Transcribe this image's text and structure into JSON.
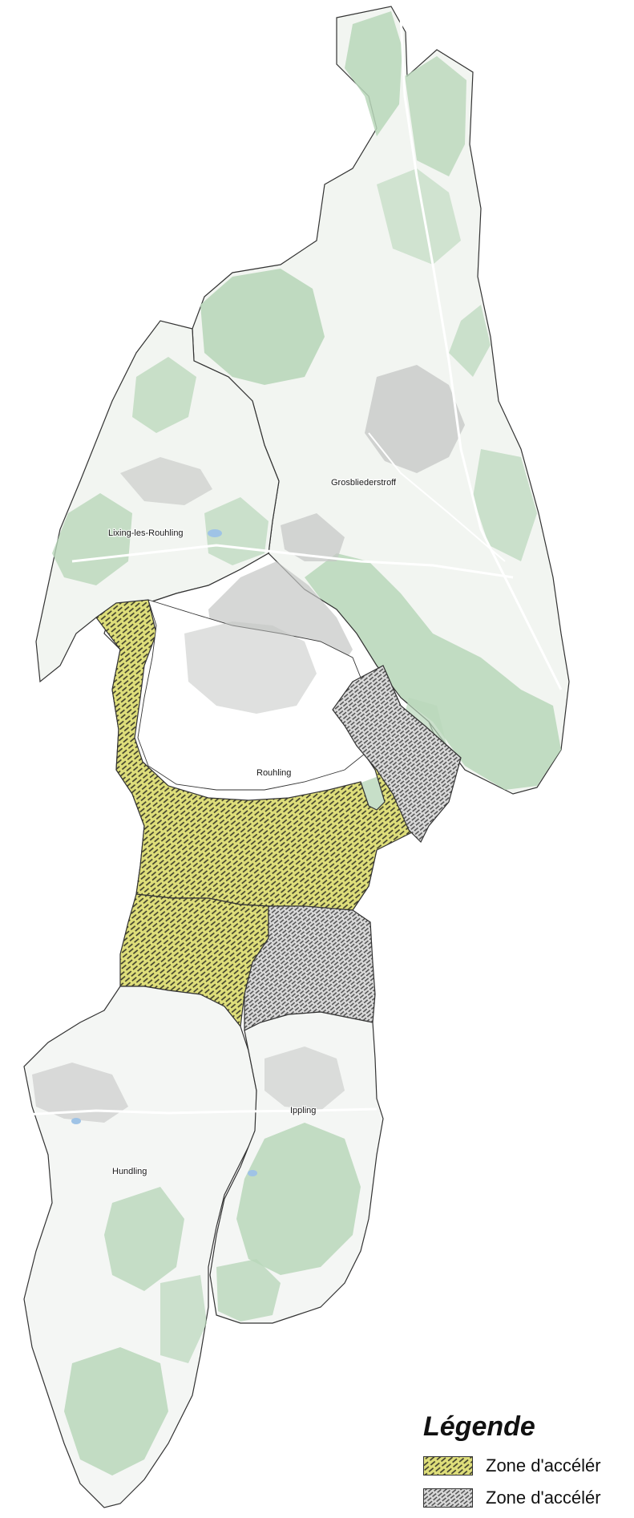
{
  "places": [
    {
      "id": "grosbliederstroff",
      "label": "Grosbliederstroff"
    },
    {
      "id": "lixing",
      "label": "Lixing-les-Rouhling"
    },
    {
      "id": "rouhling",
      "label": "Rouhling"
    },
    {
      "id": "ippling",
      "label": "Ippling"
    },
    {
      "id": "hundling",
      "label": "Hundling"
    }
  ],
  "legend": {
    "title": "Légende",
    "items": [
      {
        "label": "Zone d'accélér",
        "color": "#dede7a",
        "hatch": "#3a3a2a"
      },
      {
        "label": "Zone d'accélér",
        "color": "#d9d9d9",
        "hatch": "#444444"
      }
    ]
  },
  "colors": {
    "forest": "#b9d7ba",
    "open_land": "#f4f6f4",
    "urban": "#c4c6c4",
    "boundary": "#333333",
    "zone_yellow": "#dede7a",
    "zone_grey": "#d9d9d9"
  }
}
